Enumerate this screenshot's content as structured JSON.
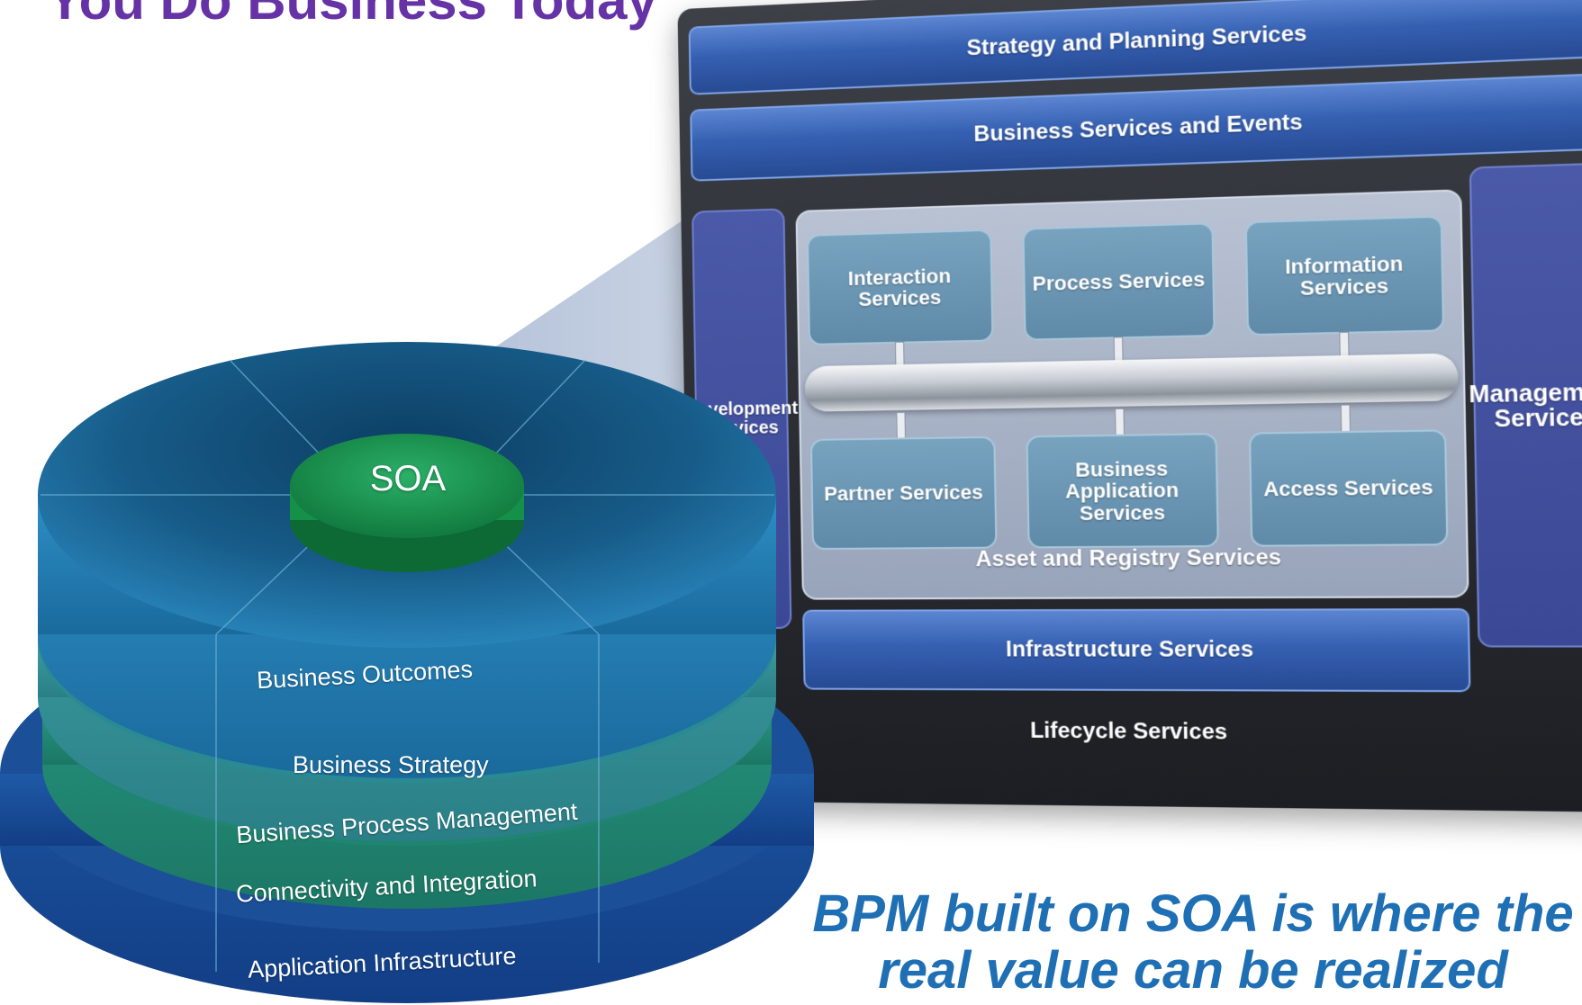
{
  "header": {
    "title": "You Do Business Today"
  },
  "architecture": {
    "strategy_band": "Strategy and Planning Services",
    "business_band": "Business Services and Events",
    "development": "Development Services",
    "management": "Management Services",
    "services_top": [
      "Interaction Services",
      "Process Services",
      "Information Services"
    ],
    "services_bottom": [
      "Partner Services",
      "Business Application Services",
      "Access Services"
    ],
    "registry": "Asset and Registry Services",
    "infrastructure": "Infrastructure Services",
    "lifecycle": "Lifecycle Services"
  },
  "stack": {
    "center": "SOA",
    "outcomes": "Business Outcomes",
    "layers": [
      "Business Strategy",
      "Business Process Management",
      "Connectivity and Integration",
      "Application Infrastructure"
    ]
  },
  "tagline": {
    "line1": "BPM built on SOA is where the",
    "line2": "real value can be realized"
  },
  "colors": {
    "title": "#6633a6",
    "tagline": "#1f6fb5",
    "band": "#3560b2",
    "disc": "#1a6d9d",
    "soa": "#1e8f4c"
  }
}
